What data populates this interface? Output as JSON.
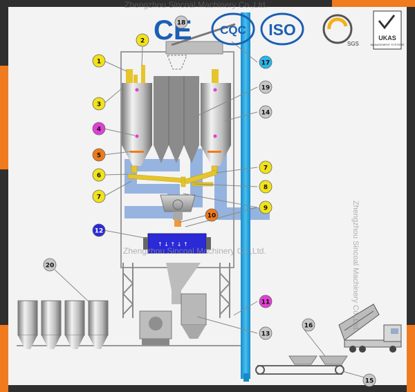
{
  "watermark": {
    "top": "Zhengzhou Sincoal Machinery Co.,Ltd.",
    "center": "Zhengzhou Sincoal Machinery Co.,Ltd.",
    "side": "Zhengzhou Sincoal Machinery Co.,Ltd."
  },
  "certifications": {
    "ce": "CE",
    "cqc": "CQC",
    "iso": "ISO",
    "sgs": "SGS",
    "ukas": "UKAS",
    "ukas_sub": "MANAGEMENT SYSTEMS"
  },
  "callouts": [
    {
      "id": "c1",
      "label": "1",
      "color": "#f2e21a"
    },
    {
      "id": "c2",
      "label": "2",
      "color": "#f2e21a"
    },
    {
      "id": "c3",
      "label": "3",
      "color": "#f2e21a"
    },
    {
      "id": "c4",
      "label": "4",
      "color": "#e23fd6"
    },
    {
      "id": "c5",
      "label": "5",
      "color": "#ef7a1a"
    },
    {
      "id": "c6",
      "label": "6",
      "color": "#f2e21a"
    },
    {
      "id": "c7a",
      "label": "7",
      "color": "#f2e21a"
    },
    {
      "id": "c7b",
      "label": "7",
      "color": "#f2e21a"
    },
    {
      "id": "c8",
      "label": "8",
      "color": "#f2e21a"
    },
    {
      "id": "c9",
      "label": "9",
      "color": "#f2e21a"
    },
    {
      "id": "c10",
      "label": "10",
      "color": "#ef7a1a"
    },
    {
      "id": "c11",
      "label": "11",
      "color": "#e23fd6"
    },
    {
      "id": "c12",
      "label": "12",
      "color": "#2a2ad6"
    },
    {
      "id": "c13",
      "label": "13",
      "color": "#c8c8c8"
    },
    {
      "id": "c14",
      "label": "14",
      "color": "#c8c8c8"
    },
    {
      "id": "c15",
      "label": "15",
      "color": "#c8c8c8"
    },
    {
      "id": "c16",
      "label": "16",
      "color": "#c8c8c8"
    },
    {
      "id": "c17",
      "label": "17",
      "color": "#29b6e8"
    },
    {
      "id": "c18",
      "label": "18",
      "color": "#c8c8c8"
    },
    {
      "id": "c19",
      "label": "19",
      "color": "#c8c8c8"
    },
    {
      "id": "c20",
      "label": "20",
      "color": "#c8c8c8"
    }
  ],
  "colors": {
    "frame_dark": "#3a3a3a",
    "frame_accent": "#f07a1e",
    "elevator": "#1fa6e6",
    "structure": "#9a9a9a",
    "steel_light": "#e6e6e6",
    "steel_dark": "#8c8c8c",
    "mixer": "#2a2ad6",
    "logo_blue": "#4a7fd0"
  }
}
